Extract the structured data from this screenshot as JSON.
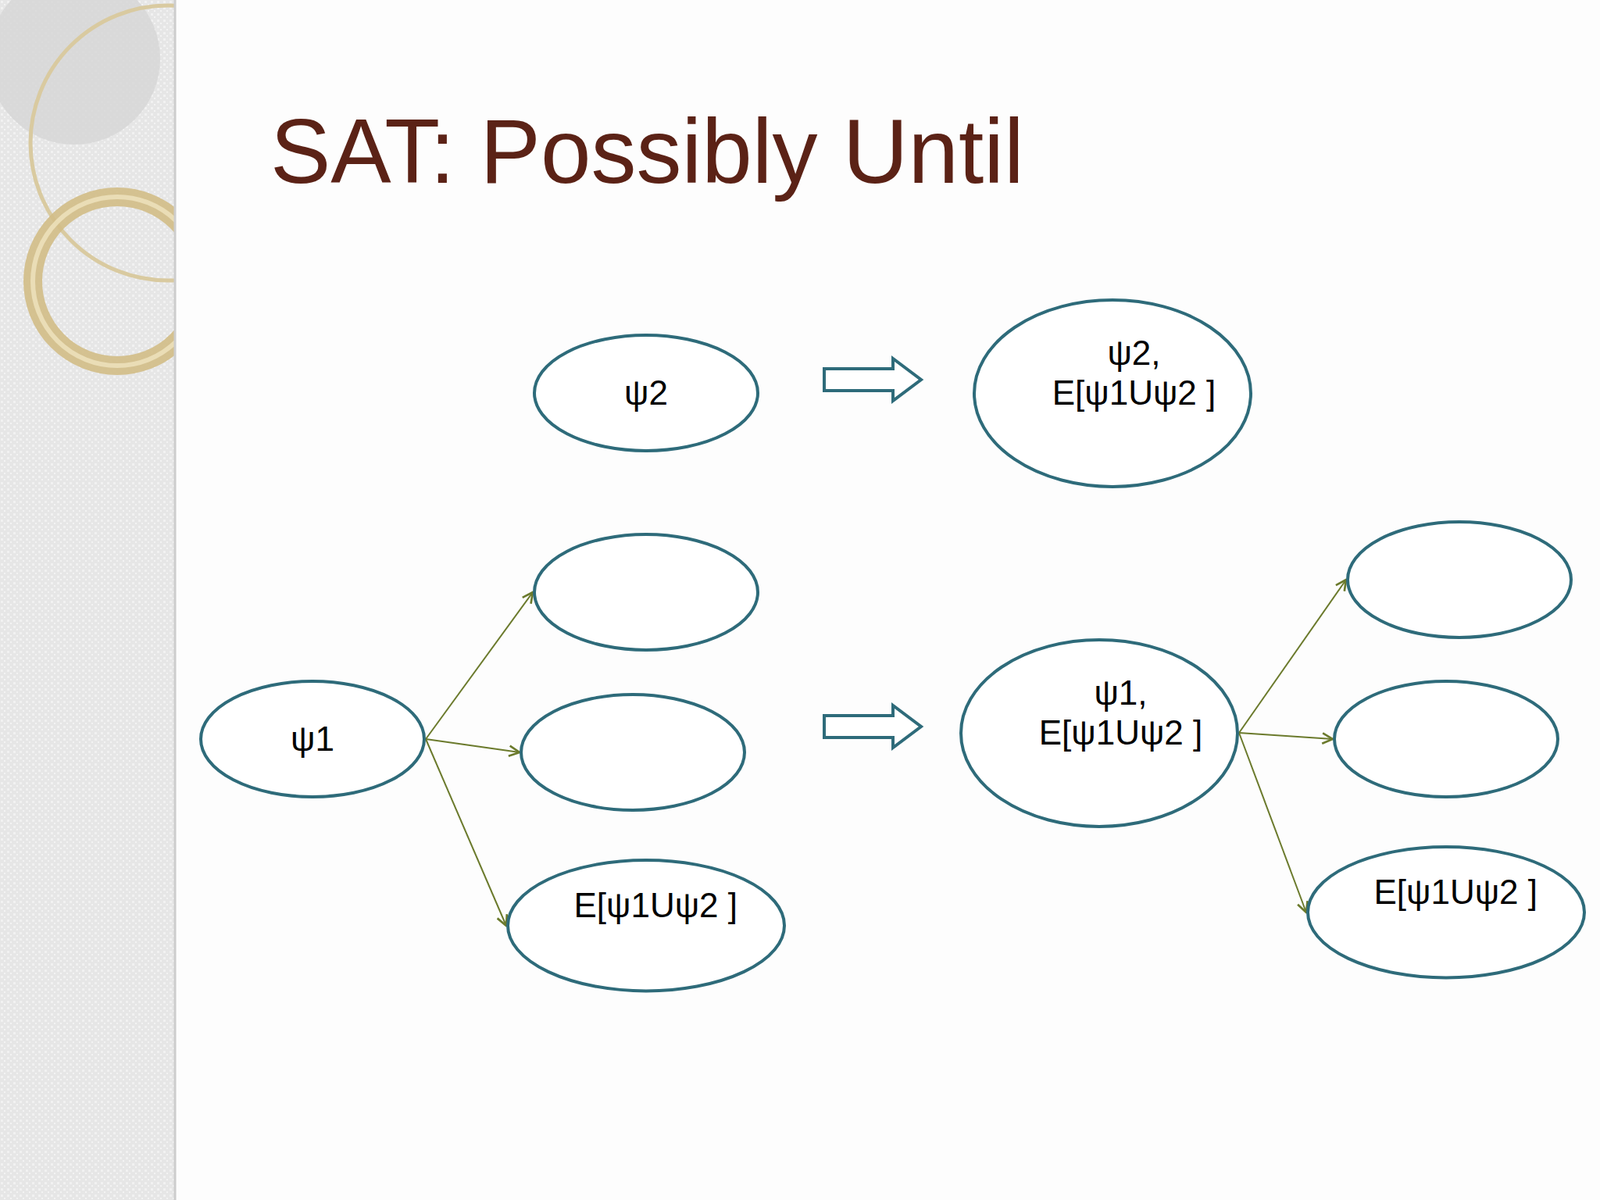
{
  "diagram": {
    "title": "SAT: Possibly Until",
    "nodes": [
      {
        "text": [
          "ψ2"
        ]
      },
      {
        "text": [
          "ψ2, E[ψ1Uψ2 ]"
        ]
      },
      {
        "text": [
          "ψ1"
        ]
      },
      {
        "text": []
      },
      {
        "text": []
      },
      {
        "text": [
          "E[ψ1Uψ2 ]"
        ]
      },
      {
        "text": [
          "ψ1, E[ψ1Uψ2 ]"
        ]
      },
      {
        "text": []
      },
      {
        "text": []
      },
      {
        "text": [
          "E[ψ1Uψ2 ]"
        ]
      }
    ],
    "edges": [
      {
        "from": 2,
        "to": 3,
        "arrow": "to"
      },
      {
        "from": 2,
        "to": 4,
        "arrow": "to"
      },
      {
        "from": 2,
        "to": 5,
        "arrow": "to"
      },
      {
        "from": 6,
        "to": 7,
        "arrow": "to"
      },
      {
        "from": 6,
        "to": 8,
        "arrow": "to"
      },
      {
        "from": 6,
        "to": 9,
        "arrow": "to"
      }
    ]
  }
}
